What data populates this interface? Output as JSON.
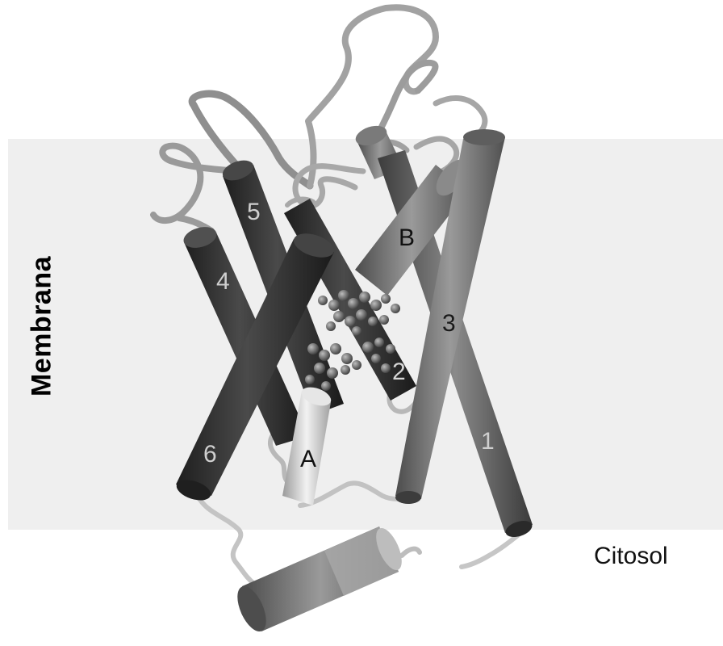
{
  "labels": {
    "membrane": "Membrana",
    "cytosol": "Citosol"
  },
  "helices": {
    "h1": "1",
    "h2": "2",
    "h3": "3",
    "h4": "4",
    "h5": "5",
    "h6": "6",
    "hA": "A",
    "hB": "B"
  },
  "colors": {
    "membrane_band": "#efefef",
    "dark_helix": "#3a3a3a",
    "mid_helix": "#6f6f6f",
    "light_helix": "#d8d8d8",
    "loop": "#9a9a9a"
  }
}
